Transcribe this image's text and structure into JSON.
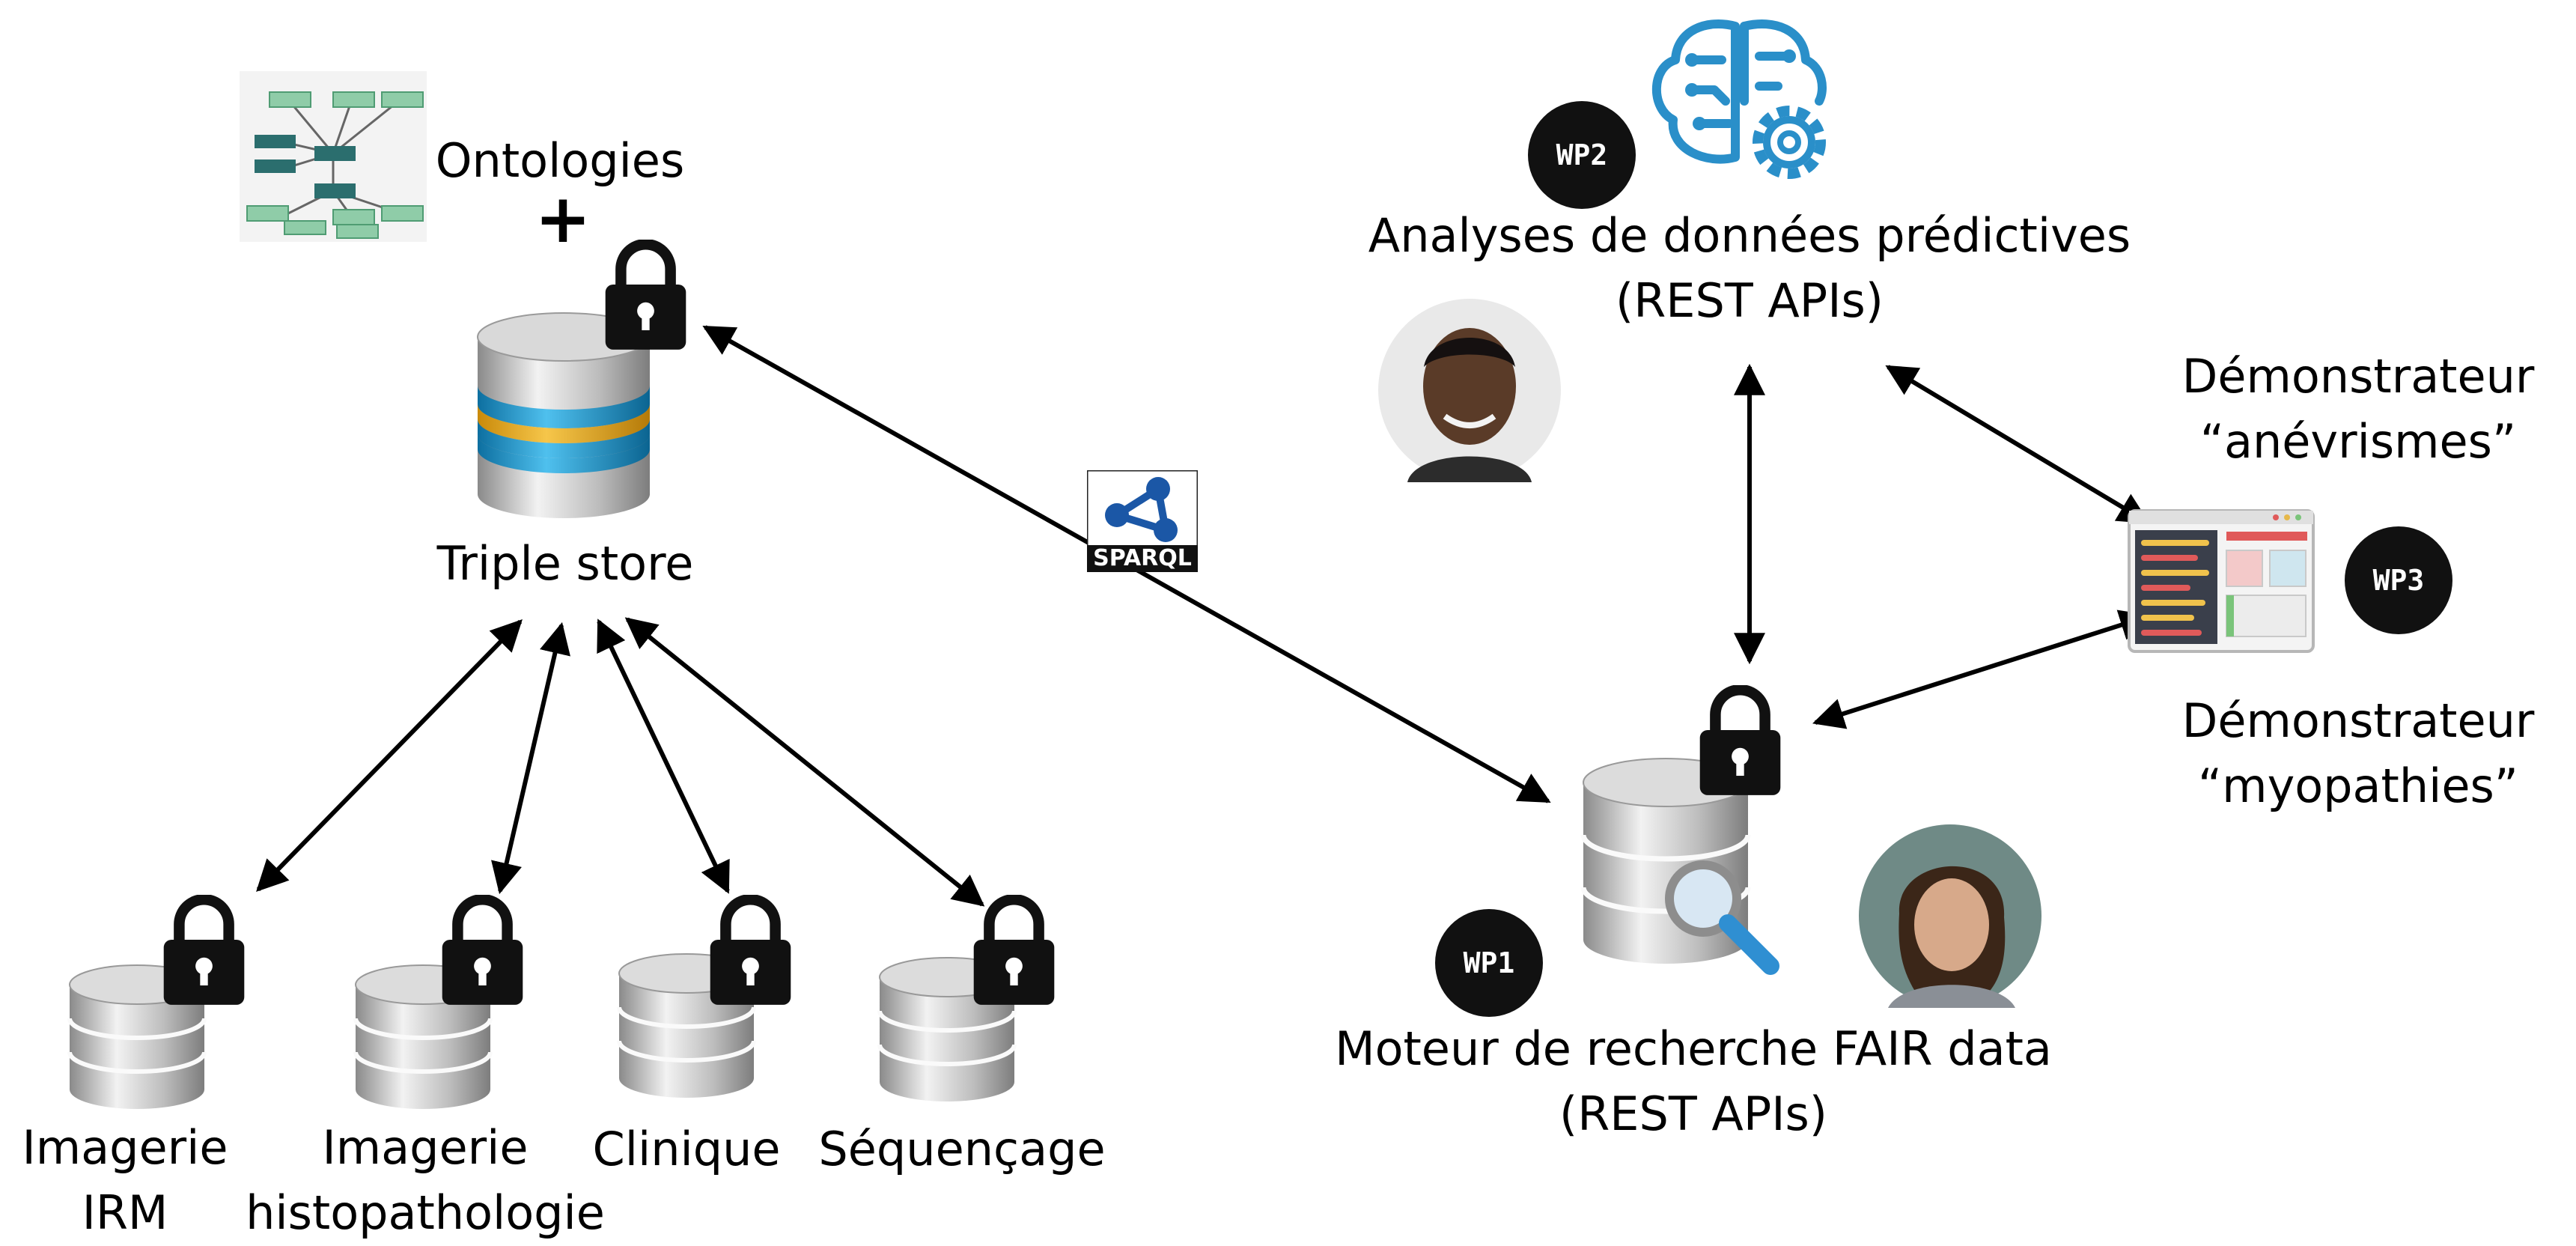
{
  "labels": {
    "ontologies": "Ontologies",
    "plus": "+",
    "triple_store": "Triple store",
    "predictive_l1": "Analyses de données prédictives",
    "predictive_l2": "(REST APIs)",
    "search_l1": "Moteur de recherche FAIR data",
    "search_l2": "(REST APIs)",
    "demo1_l1": "Démonstrateur",
    "demo1_l2": "“anévrismes”",
    "demo2_l1": "Démonstrateur",
    "demo2_l2": "“myopathies”",
    "src_mri_l1": "Imagerie",
    "src_mri_l2": "IRM",
    "src_histo_l1": "Imagerie",
    "src_histo_l2": "histopathologie",
    "src_clinic": "Clinique",
    "src_seq": "Séquençage"
  },
  "badges": {
    "wp1": "WP1",
    "wp2": "WP2",
    "wp3": "WP3"
  },
  "sparql": "SPARQL",
  "colors": {
    "brain": "#2a8fc9",
    "lock": "#111111",
    "sparql": "#1b57a6",
    "ontology_node": "#8fcca8",
    "ontology_dark": "#2b6e6e"
  }
}
